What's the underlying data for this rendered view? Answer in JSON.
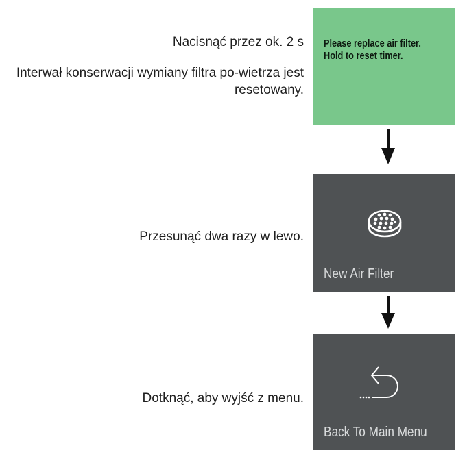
{
  "steps": [
    {
      "instruction": "Nacisnąć przez ok. 2 s",
      "note": "Interwał konserwacji wymiany filtra po-wietrza jest resetowany.",
      "screen": {
        "line1": "Please replace air filter.",
        "line2": "Hold to reset timer.",
        "background": "#79c78b"
      }
    },
    {
      "instruction": "Przesunąć dwa razy w lewo.",
      "screen": {
        "label": "New Air Filter",
        "icon": "air-filter-icon",
        "background": "#4f5254"
      }
    },
    {
      "instruction": "Dotknąć, aby wyjść z menu.",
      "screen": {
        "label": "Back To Main Menu",
        "icon": "back-arrow-icon",
        "background": "#4f5254"
      }
    }
  ],
  "arrows": [
    "down-arrow-icon",
    "down-arrow-icon"
  ]
}
